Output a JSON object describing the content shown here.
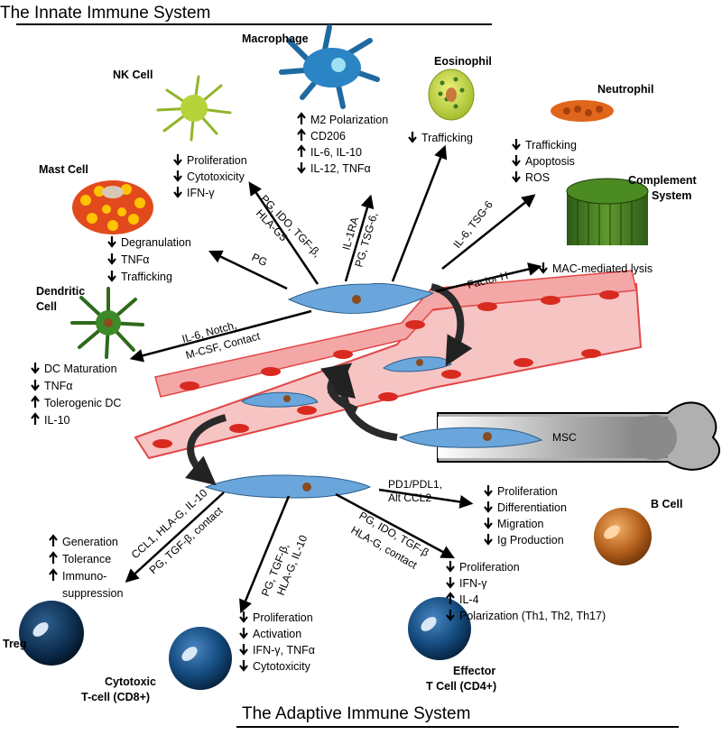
{
  "sections": {
    "innate": "The Innate Immune System",
    "adaptive": "The Adaptive Immune System"
  },
  "cells": {
    "macrophage": "Macrophage",
    "nk": "NK Cell",
    "eosinophil": "Eosinophil",
    "neutrophil": "Neutrophil",
    "mast": "Mast Cell",
    "complement_line1": "Complement",
    "complement_line2": "System",
    "dendritic_line1": "Dendritic",
    "dendritic_line2": "Cell",
    "b_cell": "B Cell",
    "treg": "Treg",
    "cytotoxic_line1": "Cytotoxic",
    "cytotoxic_line2": "T-cell (CD8+)",
    "effector_line1": "Effector",
    "effector_line2": "T Cell (CD4+)",
    "msc": "MSC"
  },
  "effects": {
    "macrophage": [
      {
        "dir": "up",
        "text": "M2 Polarization"
      },
      {
        "dir": "up",
        "text": "CD206"
      },
      {
        "dir": "up",
        "text": "IL-6, IL-10"
      },
      {
        "dir": "down",
        "text": "IL-12, TNFα"
      }
    ],
    "nk": [
      {
        "dir": "down",
        "text": "Proliferation"
      },
      {
        "dir": "down",
        "text": "Cytotoxicity"
      },
      {
        "dir": "down",
        "text": "IFN-γ"
      }
    ],
    "eosinophil": [
      {
        "dir": "down",
        "text": "Trafficking"
      }
    ],
    "neutrophil": [
      {
        "dir": "down",
        "text": "Trafficking"
      },
      {
        "dir": "down",
        "text": "Apoptosis"
      },
      {
        "dir": "down",
        "text": "ROS"
      }
    ],
    "mast": [
      {
        "dir": "down",
        "text": "Degranulation"
      },
      {
        "dir": "down",
        "text": "TNFα"
      },
      {
        "dir": "down",
        "text": "Trafficking"
      }
    ],
    "complement": [
      {
        "dir": "down",
        "text": "MAC-mediated lysis"
      }
    ],
    "dendritic": [
      {
        "dir": "down",
        "text": "DC Maturation"
      },
      {
        "dir": "down",
        "text": "TNFα"
      },
      {
        "dir": "up",
        "text": "Tolerogenic DC"
      },
      {
        "dir": "up",
        "text": "IL-10"
      }
    ],
    "b_cell": [
      {
        "dir": "down",
        "text": "Proliferation"
      },
      {
        "dir": "down",
        "text": "Differentiation"
      },
      {
        "dir": "down",
        "text": "Migration"
      },
      {
        "dir": "down",
        "text": "Ig Production"
      }
    ],
    "treg": [
      {
        "dir": "up",
        "text": "Generation"
      },
      {
        "dir": "up",
        "text": "Tolerance"
      },
      {
        "dir": "up",
        "text": "Immuno-"
      },
      {
        "dir": "none",
        "text": "suppression"
      }
    ],
    "cytotoxic": [
      {
        "dir": "down",
        "text": "Proliferation"
      },
      {
        "dir": "down",
        "text": "Activation"
      },
      {
        "dir": "down",
        "text": "IFN-γ, TNFα"
      },
      {
        "dir": "down",
        "text": "Cytotoxicity"
      }
    ],
    "effector": [
      {
        "dir": "down",
        "text": "Proliferation"
      },
      {
        "dir": "down",
        "text": "IFN-γ"
      },
      {
        "dir": "up",
        "text": "IL-4"
      },
      {
        "dir": "down",
        "text": "Polarization (Th1, Th2, Th17)"
      }
    ]
  },
  "mediators": {
    "macrophage_a": "PG, TSG-6,",
    "macrophage_b": "IL-1RA",
    "nk_a": "PG, IDO, TGF-β,",
    "nk_b": "HLA-G5",
    "mast": "PG",
    "neutrophil": "IL-6, TSG-6",
    "complement": "Factor  H",
    "dendritic_a": "IL-6, Notch,",
    "dendritic_b": "M-CSF, Contact",
    "treg_a": "CCL1, HLA-G, IL-10",
    "treg_b": "PG, TGF-β, contact",
    "cytotoxic_a": "PG, TGF-β,",
    "cytotoxic_b": "HLA-G, IL-10",
    "effector_a": "PG, IDO, TGF-β",
    "effector_b": "HLA-G, contact",
    "b_cell_a": "PD1/PDL1,",
    "b_cell_b": "Alt CCL2"
  },
  "colors": {
    "vessel_fill": "#f6b3b3",
    "vessel_border": "#e03b3b",
    "nucleus": "#d8261c",
    "msc_cell": "#5b9bd5",
    "msc_nucleus": "#8a4b1e",
    "tcell": "#0d3e6b"
  }
}
